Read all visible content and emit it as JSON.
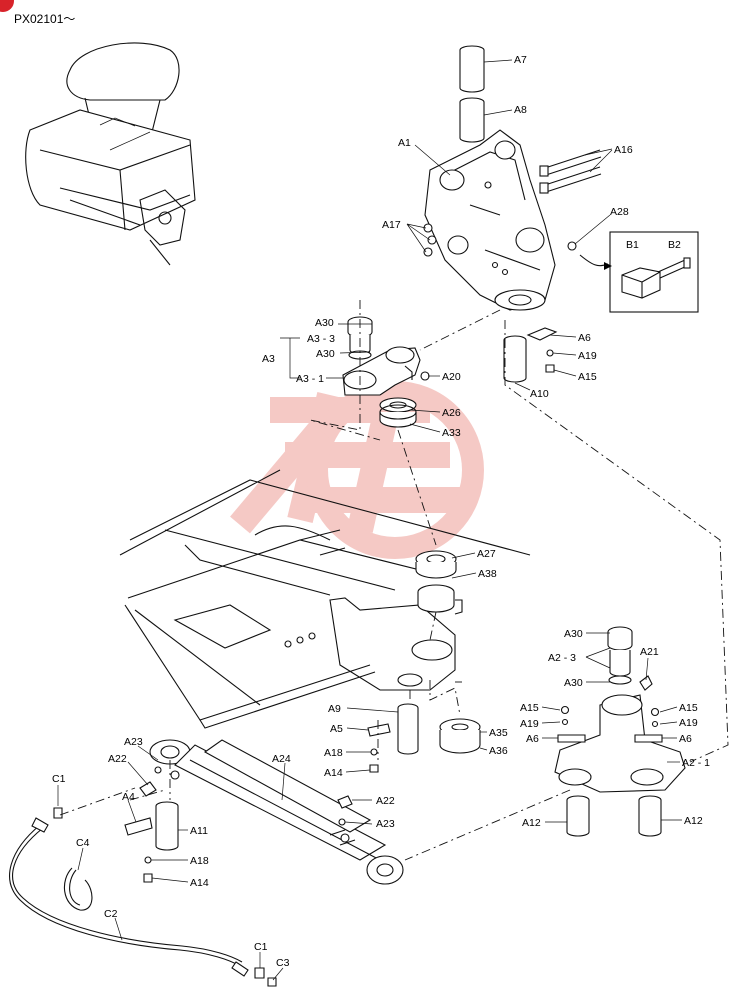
{
  "serial_prefix": "PX02101～",
  "callouts": {
    "A7": "A7",
    "A8": "A8",
    "A1": "A1",
    "A16": "A16",
    "A17": "A17",
    "A28": "A28",
    "B1": "B1",
    "B2": "B2",
    "A30_top": "A30",
    "A3_3": "A3 - 3",
    "A3": "A3",
    "A30_mid": "A30",
    "A3_1": "A3 - 1",
    "A20": "A20",
    "A26": "A26",
    "A33": "A33",
    "A6_top": "A6",
    "A19_top": "A19",
    "A15_top": "A15",
    "A10": "A10",
    "A27": "A27",
    "A38": "A38",
    "A30_r1": "A30",
    "A2_3": "A2 - 3",
    "A30_r2": "A30",
    "A21": "A21",
    "A15_rl": "A15",
    "A19_rl": "A19",
    "A6_rl": "A6",
    "A15_rr": "A15",
    "A19_rr": "A19",
    "A6_rr": "A6",
    "A2_1": "A2 - 1",
    "A12_l": "A12",
    "A12_r": "A12",
    "A9": "A9",
    "A5": "A5",
    "A18_m": "A18",
    "A14_m": "A14",
    "A35": "A35",
    "A36": "A36",
    "A23_l": "A23",
    "A22_l": "A22",
    "A24": "A24",
    "A22_r": "A22",
    "A23_r": "A23",
    "C1_top": "C1",
    "A4": "A4",
    "A11": "A11",
    "A18_b": "A18",
    "A14_b": "A14",
    "C4": "C4",
    "C2": "C2",
    "C1_bot": "C1",
    "C3": "C3"
  },
  "watermark": {
    "color": "#f2b7b2"
  }
}
